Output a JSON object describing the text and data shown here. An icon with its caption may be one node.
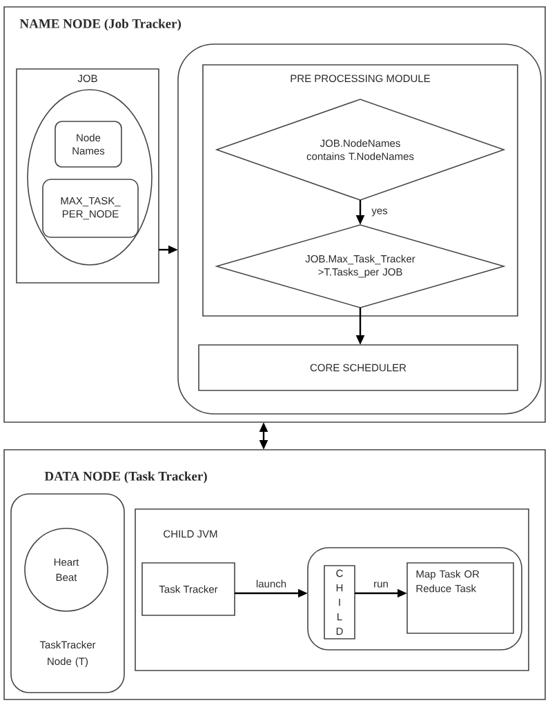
{
  "diagram": {
    "nodes": [
      {
        "text": [
          "NAME NODE (Job Tracker)"
        ]
      },
      {
        "text": [
          "JOB"
        ],
        "in": 0
      },
      {
        "text": [],
        "shape": "ellipse",
        "in": 1
      },
      {
        "text": [
          "Node Names"
        ],
        "in": 2
      },
      {
        "text": [
          "MAX_TASK_ PER_NODE"
        ],
        "in": 2
      },
      {
        "text": [],
        "shape": "box",
        "in": 0
      },
      {
        "text": [
          "PRE PROCESSING MODULE"
        ],
        "in": 5
      },
      {
        "text": [
          "JOB.NodeNames contains T.NodeNames"
        ],
        "in": 6
      },
      {
        "text": [
          "JOB.Max_Task_Tracker >T.Tasks_per JOB"
        ],
        "in": 6
      },
      {
        "text": [
          "CORE SCHEDULER"
        ],
        "in": 5
      },
      {
        "text": [
          "DATA NODE (Task Tracker)"
        ]
      },
      {
        "text": [
          "TaskTracker Node (T)"
        ],
        "in": 10
      },
      {
        "text": [
          "Heart Beat"
        ],
        "in": 11
      },
      {
        "text": [
          "CHILD JVM"
        ],
        "in": 10
      },
      {
        "text": [
          "Task Tracker"
        ],
        "in": 13
      },
      {
        "text": [],
        "shape": "box",
        "in": 13
      },
      {
        "text": [
          "C H I L D"
        ],
        "in": 15
      },
      {
        "text": [
          "Map Task OR Reduce Task"
        ],
        "in": 15
      }
    ],
    "edges": [
      {
        "from": 1,
        "to": 5,
        "arrow": "to"
      },
      {
        "from": 7,
        "to": 8,
        "arrow": "to",
        "label": "yes"
      },
      {
        "from": 8,
        "to": 9,
        "arrow": "to"
      },
      {
        "from": 0,
        "to": 10,
        "arrow": "both"
      },
      {
        "from": 14,
        "to": 15,
        "arrow": "to",
        "label": "launch"
      },
      {
        "from": 16,
        "to": 17,
        "arrow": "to",
        "label": "run"
      }
    ]
  }
}
